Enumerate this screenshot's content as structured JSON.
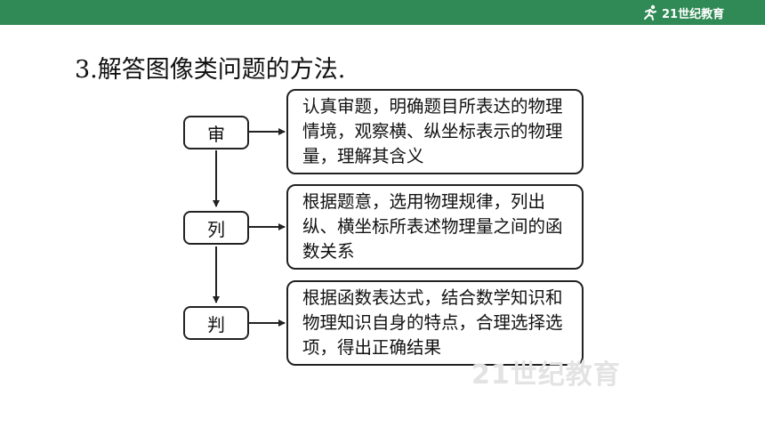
{
  "header": {
    "logo_text": "21世纪教育"
  },
  "title": "3.解答图像类问题的方法.",
  "steps": [
    {
      "label": "审",
      "description": "认真审题，明确题目所表达的物理情境，观察横、纵坐标表示的物理量，理解其含义"
    },
    {
      "label": "列",
      "description": "根据题意，选用物理规律，列出纵、横坐标所表述物理量之间的函数关系"
    },
    {
      "label": "判",
      "description": "根据函数表达式，结合数学知识和物理知识自身的特点，合理选择选项，得出正确结果"
    }
  ],
  "watermark": {
    "text": "21世纪教育"
  }
}
